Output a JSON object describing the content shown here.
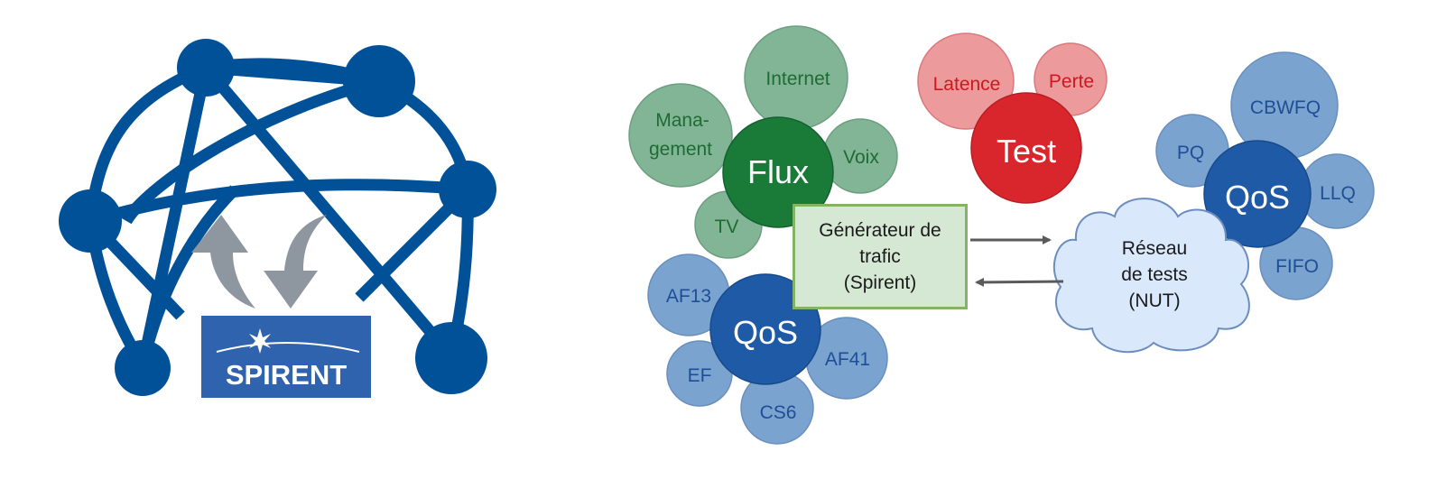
{
  "colors": {
    "network": "#005197",
    "logo_bg": "#2f63ad",
    "arrow_grey": "#8e979f",
    "flux_dark": "#1a7a38",
    "flux_light": "#82b595",
    "flux_text": "#1e6b34",
    "test_dark": "#d9262c",
    "test_light": "#ec9a9c",
    "test_text": "#d0171d",
    "qos_dark": "#1f5aa6",
    "qos_light": "#7ba3d0",
    "qos_text": "#1d4f96",
    "box_fill": "#d5e8d4",
    "box_border": "#82b366",
    "cloud_fill": "#dae8fc",
    "cloud_border": "#6c8ebf",
    "connector": "#5a5a5a"
  },
  "logo": {
    "brand": "SPIRENT"
  },
  "icons": [
    "network-mesh-icon",
    "exchange-arrows-icon",
    "spirent-logo"
  ],
  "flux": {
    "center": "Flux",
    "satellites": [
      "Internet",
      "Mana-",
      "gement",
      "Voix",
      "TV"
    ]
  },
  "test": {
    "center": "Test",
    "satellites": [
      "Latence",
      "Perte"
    ]
  },
  "qos_left": {
    "center": "QoS",
    "satellites": [
      "AF13",
      "EF",
      "CS6",
      "AF41"
    ]
  },
  "qos_right": {
    "center": "QoS",
    "satellites": [
      "CBWFQ",
      "PQ",
      "LLQ",
      "FIFO"
    ]
  },
  "generator": {
    "lines": [
      "Générateur de",
      "trafic",
      "(Spirent)"
    ]
  },
  "nut": {
    "lines": [
      "Réseau",
      "de tests",
      "(NUT)"
    ]
  }
}
